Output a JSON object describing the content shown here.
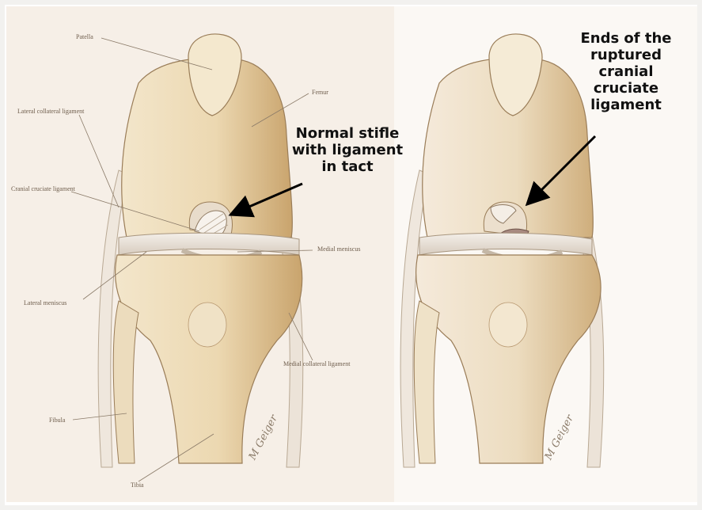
{
  "colors": {
    "page_bg": "#f2f1ef",
    "paper_left": "#f6eee6",
    "paper_right": "#fbf8f4",
    "bone_light": "#f0e2c4",
    "bone_shadow": "#c9a875",
    "ligament": "#e9e2da",
    "leader_line": "#8a7a68",
    "callout_text": "#111111",
    "arrow": "#000000"
  },
  "left_panel": {
    "labels": {
      "patella": "Patella",
      "femur": "Femur",
      "lateral_collateral": "Lateral collateral ligament",
      "cranial_cruciate": "Cranial cruciate ligament",
      "medial_meniscus": "Medial meniscus",
      "lateral_meniscus": "Lateral meniscus",
      "medial_collateral": "Medial collateral ligament",
      "fibula": "Fibula",
      "tibia": "Tibia"
    },
    "callout": [
      "Normal stifle",
      "with ligament",
      "in tact"
    ],
    "signature": "M Geiger"
  },
  "right_panel": {
    "callout": [
      "Ends of the",
      "ruptured",
      "cranial",
      "cruciate",
      "ligament"
    ],
    "signature": "M Geiger"
  }
}
